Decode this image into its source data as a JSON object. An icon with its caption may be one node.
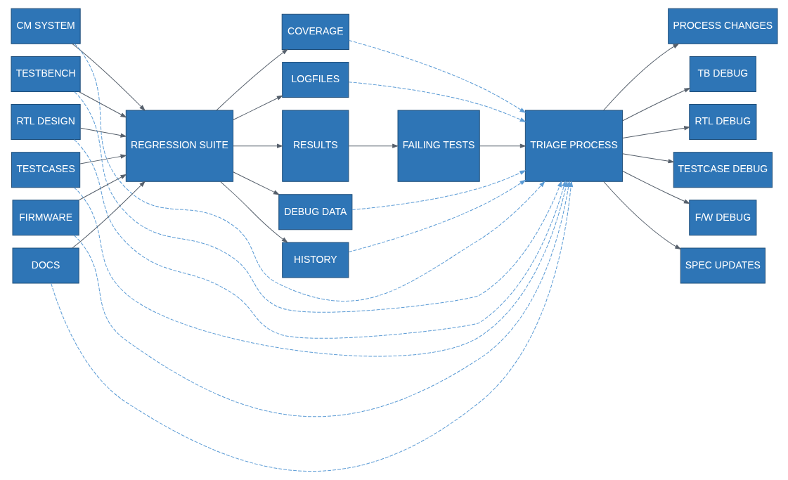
{
  "diagram": {
    "nodes": [
      {
        "text": [
          "CM SYSTEM"
        ]
      },
      {
        "text": [
          "TESTBENCH"
        ]
      },
      {
        "text": [
          "RTL DESIGN"
        ]
      },
      {
        "text": [
          "TESTCASES"
        ]
      },
      {
        "text": [
          "FIRMWARE"
        ]
      },
      {
        "text": [
          "DOCS"
        ]
      },
      {
        "text": [
          "REGRESSION SUITE"
        ]
      },
      {
        "text": [
          "COVERAGE"
        ]
      },
      {
        "text": [
          "LOGFILES"
        ]
      },
      {
        "text": [
          "RESULTS"
        ]
      },
      {
        "text": [
          "DEBUG DATA"
        ]
      },
      {
        "text": [
          "HISTORY"
        ]
      },
      {
        "text": [
          "FAILING TESTS"
        ]
      },
      {
        "text": [
          "TRIAGE PROCESS"
        ]
      },
      {
        "text": [
          "PROCESS CHANGES"
        ]
      },
      {
        "text": [
          "TB DEBUG"
        ]
      },
      {
        "text": [
          "RTL DEBUG"
        ]
      },
      {
        "text": [
          "TESTCASE DEBUG"
        ]
      },
      {
        "text": [
          "F/W DEBUG"
        ]
      },
      {
        "text": [
          "SPEC UPDATES"
        ]
      }
    ],
    "edges": [
      {
        "from": 0,
        "to": 6,
        "arrow": "to"
      },
      {
        "from": 1,
        "to": 6,
        "arrow": "to"
      },
      {
        "from": 2,
        "to": 6,
        "arrow": "to"
      },
      {
        "from": 3,
        "to": 6,
        "arrow": "to"
      },
      {
        "from": 4,
        "to": 6,
        "arrow": "to"
      },
      {
        "from": 5,
        "to": 6,
        "arrow": "to"
      },
      {
        "from": 6,
        "to": 7,
        "arrow": "to"
      },
      {
        "from": 6,
        "to": 8,
        "arrow": "to"
      },
      {
        "from": 6,
        "to": 9,
        "arrow": "to"
      },
      {
        "from": 6,
        "to": 10,
        "arrow": "to"
      },
      {
        "from": 6,
        "to": 11,
        "arrow": "to"
      },
      {
        "from": 9,
        "to": 12,
        "arrow": "to"
      },
      {
        "from": 12,
        "to": 13,
        "arrow": "to"
      },
      {
        "from": 13,
        "to": 14,
        "arrow": "to"
      },
      {
        "from": 13,
        "to": 15,
        "arrow": "to"
      },
      {
        "from": 13,
        "to": 16,
        "arrow": "to"
      },
      {
        "from": 13,
        "to": 17,
        "arrow": "to"
      },
      {
        "from": 13,
        "to": 18,
        "arrow": "to"
      },
      {
        "from": 13,
        "to": 19,
        "arrow": "to"
      },
      {
        "from": 7,
        "to": 13,
        "arrow": "to",
        "style": "dashed",
        "color": "#5b9bd5"
      },
      {
        "from": 8,
        "to": 13,
        "arrow": "to",
        "style": "dashed",
        "color": "#5b9bd5"
      },
      {
        "from": 10,
        "to": 13,
        "arrow": "to",
        "style": "dashed",
        "color": "#5b9bd5"
      },
      {
        "from": 11,
        "to": 13,
        "arrow": "to",
        "style": "dashed",
        "color": "#5b9bd5"
      },
      {
        "from": 0,
        "to": 13,
        "arrow": "to",
        "style": "dashed",
        "color": "#5b9bd5"
      },
      {
        "from": 1,
        "to": 13,
        "arrow": "to",
        "style": "dashed",
        "color": "#5b9bd5"
      },
      {
        "from": 2,
        "to": 13,
        "arrow": "to",
        "style": "dashed",
        "color": "#5b9bd5"
      },
      {
        "from": 3,
        "to": 13,
        "arrow": "to",
        "style": "dashed",
        "color": "#5b9bd5"
      },
      {
        "from": 4,
        "to": 13,
        "arrow": "to",
        "style": "dashed",
        "color": "#5b9bd5"
      },
      {
        "from": 5,
        "to": 13,
        "arrow": "to",
        "style": "dashed",
        "color": "#5b9bd5"
      }
    ]
  }
}
